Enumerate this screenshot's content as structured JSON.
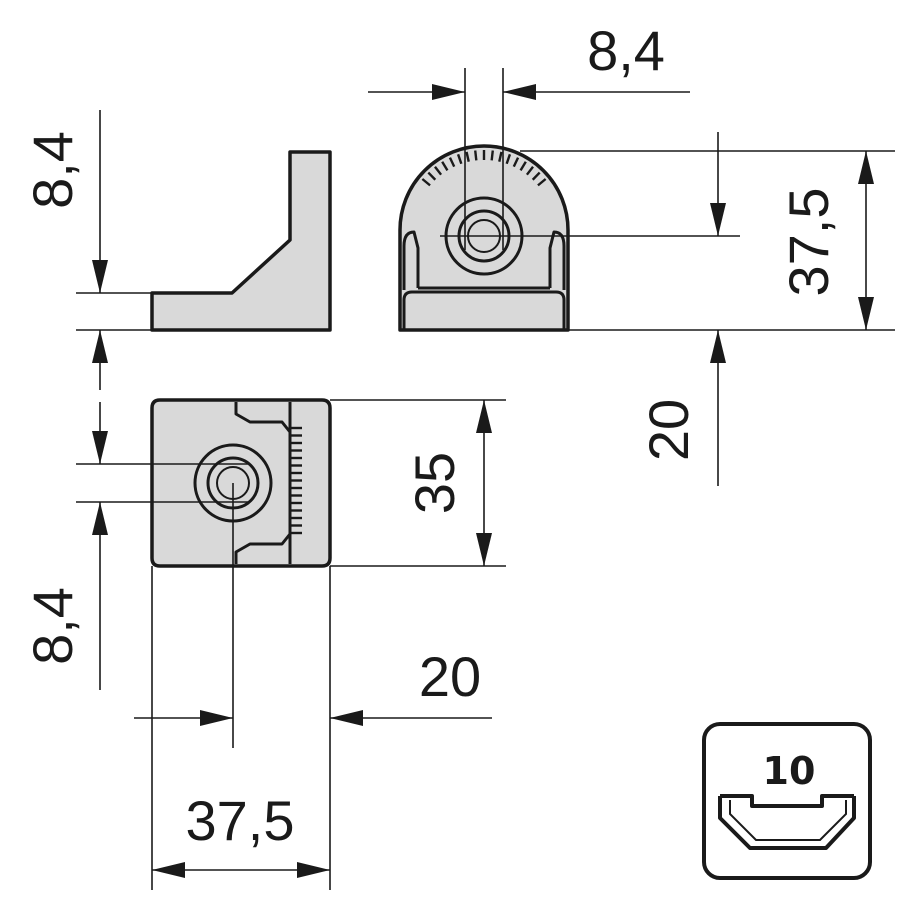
{
  "dimensions": {
    "side_top_height": "8,4",
    "front_hole_width": "8,4",
    "front_total_height": "37,5",
    "front_base_height": "20",
    "top_width": "35",
    "top_hole_offset": "8,4",
    "top_depth": "20",
    "top_length": "37,5"
  },
  "slot_badge": {
    "size": "10",
    "icon": "t-slot-profile-icon"
  },
  "colors": {
    "part_fill": "#d9d9d9",
    "line": "#1a1a1a"
  }
}
